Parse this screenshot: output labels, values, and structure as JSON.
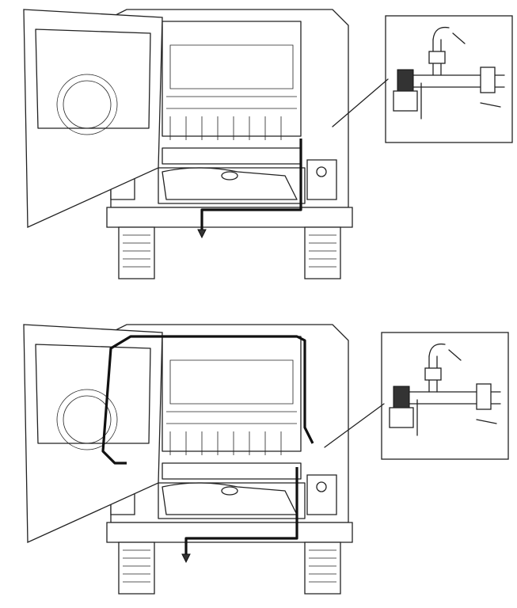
{
  "figure": {
    "panels": [
      {
        "id": "top",
        "variant": "drain-hose-to-underbody"
      },
      {
        "id": "bottom",
        "variant": "hose-routed-around-door-frame"
      }
    ],
    "colors": {
      "line": "#222222",
      "background": "#ffffff",
      "hose": "#111111"
    }
  }
}
